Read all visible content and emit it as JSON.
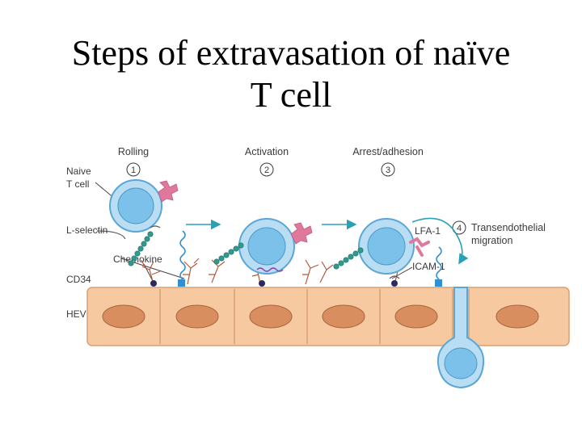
{
  "title": {
    "line1": "Steps of extravasation of naïve",
    "line2": "T cell"
  },
  "steps": [
    {
      "number": "1",
      "label": "Rolling"
    },
    {
      "number": "2",
      "label": "Activation"
    },
    {
      "number": "3",
      "label": "Arrest/adhesion"
    },
    {
      "number": "4",
      "label": "Transendothelial",
      "label2": "migration"
    }
  ],
  "labels": {
    "naive_line1": "Naive",
    "naive_line2": "T cell",
    "l_selectin": "L-selectin",
    "chemokine": "Chemokine",
    "cd34": "CD34",
    "hev": "HEV",
    "lfa1": "LFA-1",
    "icam1": "ICAM-1"
  },
  "colors": {
    "cell_fill": "#b9def4",
    "cell_stroke": "#5aa6d6",
    "nucleus": "#7cc1ea",
    "endothelium": "#f7c9a0",
    "endothelium_stroke": "#d8a074",
    "endo_nucleus": "#d98e5f",
    "selectin_pink": "#e0789c",
    "bead_green": "#2f9a8e",
    "chemokine_blue": "#2f8fd0",
    "cd34_dot": "#2a2a5e",
    "cd34_branch": "#b45a3a",
    "arrow_teal": "#2aa0b5"
  }
}
